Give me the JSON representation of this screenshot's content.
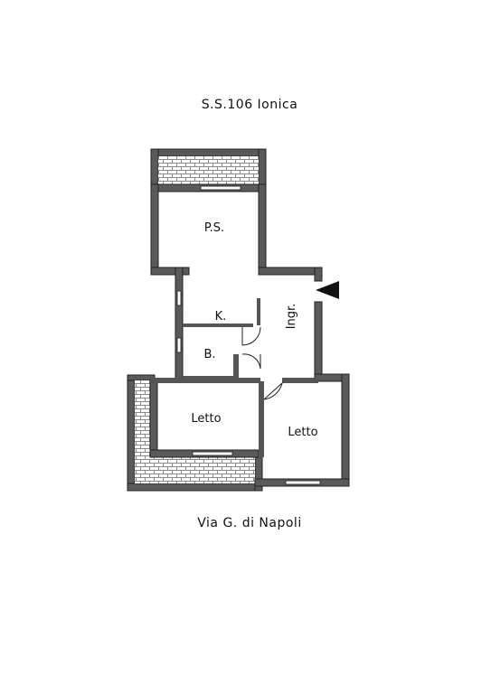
{
  "floorplan": {
    "roads": {
      "north": "S.S.106  Ionica",
      "south": "Via  G.  di  Napoli"
    },
    "rooms": {
      "ps": "P.S.",
      "kitchen": "K.",
      "bath": "B.",
      "entrance": "Ingr.",
      "bedroom_left": "Letto",
      "bedroom_right": "Letto"
    },
    "colors": {
      "wall": "#5a5a5a",
      "terrace_tile": "#8a8a8a",
      "background": "#ffffff"
    },
    "entrance_marker": "filled-triangle-arrow"
  }
}
